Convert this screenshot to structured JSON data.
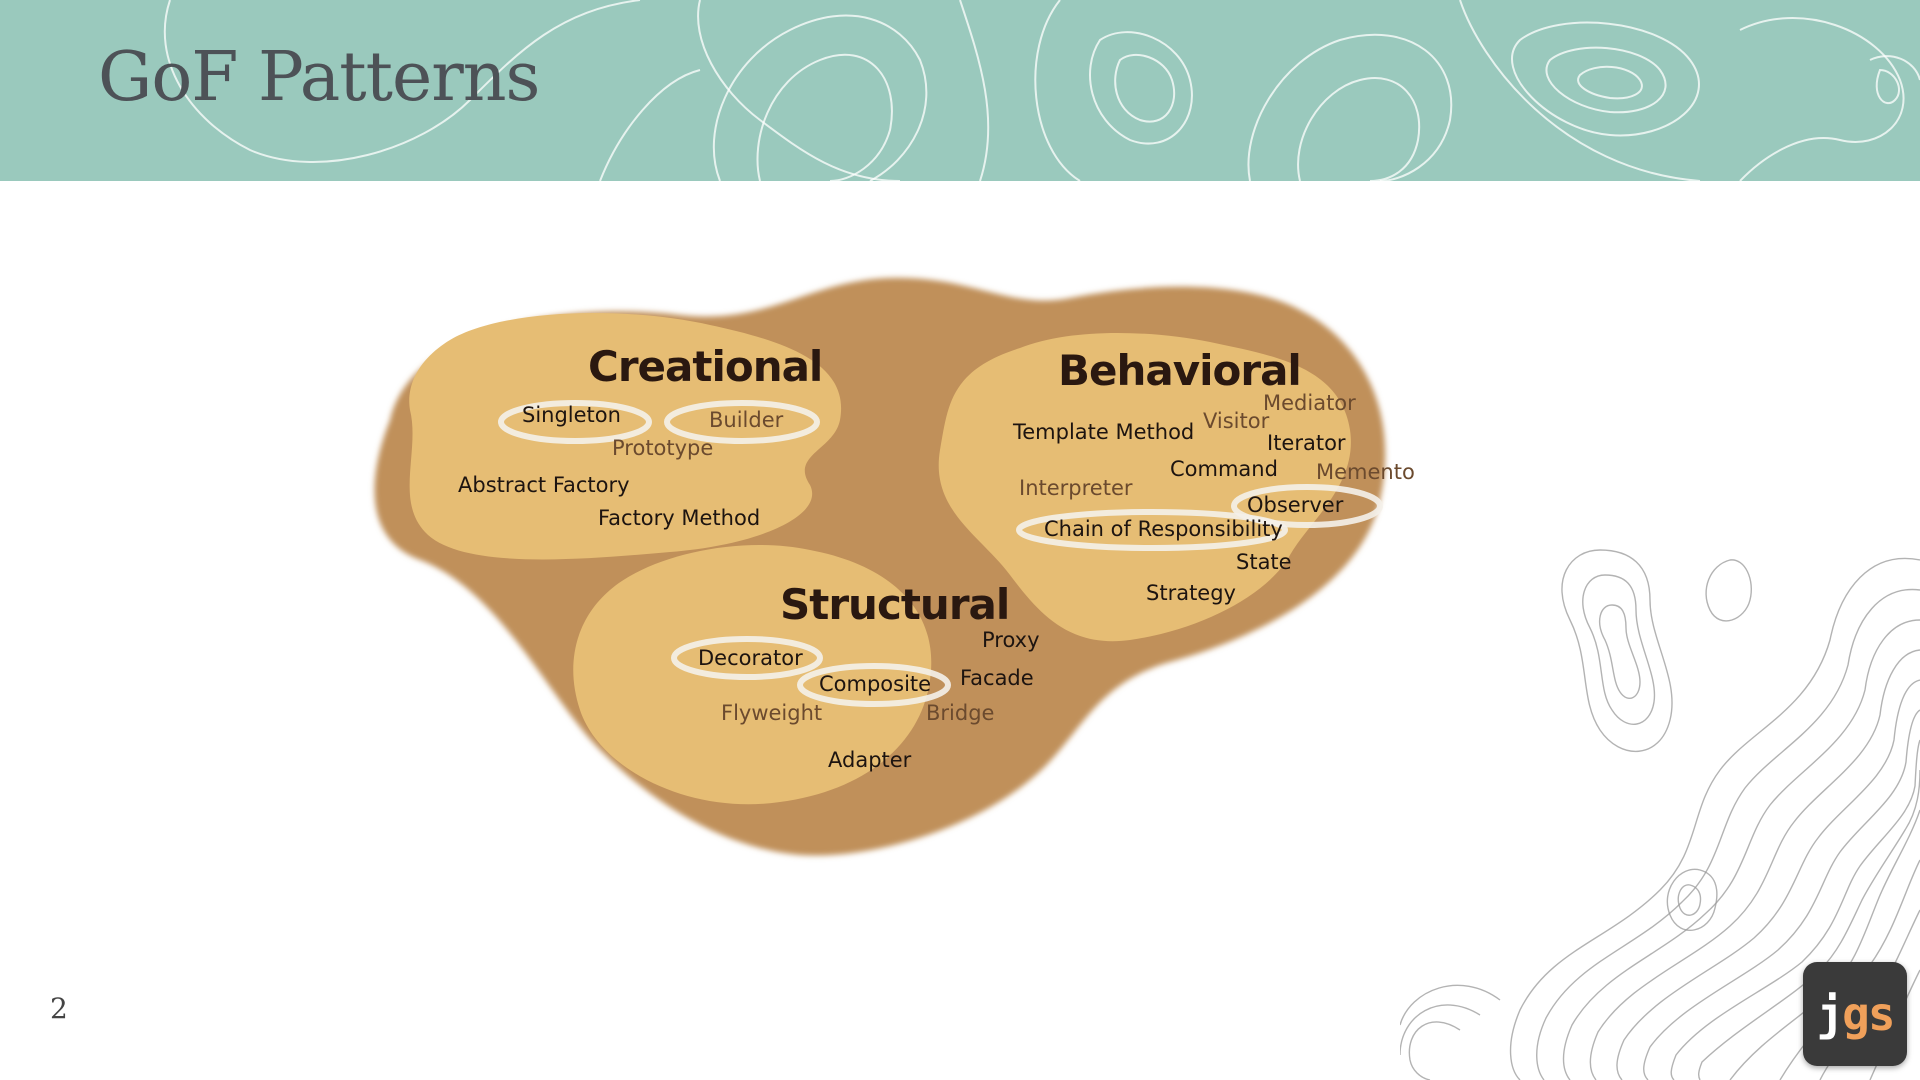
{
  "slide": {
    "title": "GoF Patterns",
    "page_number": "2"
  },
  "logo": {
    "letter_j": "j",
    "letters_gs": "gs"
  },
  "diagram": {
    "groups": [
      {
        "title": "Creational",
        "patterns": [
          {
            "label": "Singleton",
            "circled": true
          },
          {
            "label": "Builder",
            "circled": true
          },
          {
            "label": "Prototype",
            "circled": false
          },
          {
            "label": "Abstract Factory",
            "circled": false
          },
          {
            "label": "Factory Method",
            "circled": false
          }
        ]
      },
      {
        "title": "Behavioral",
        "patterns": [
          {
            "label": "Mediator",
            "circled": false
          },
          {
            "label": "Template Method",
            "circled": false
          },
          {
            "label": "Visitor",
            "circled": false
          },
          {
            "label": "Iterator",
            "circled": false
          },
          {
            "label": "Command",
            "circled": false
          },
          {
            "label": "Memento",
            "circled": false
          },
          {
            "label": "Interpreter",
            "circled": false
          },
          {
            "label": "Observer",
            "circled": true
          },
          {
            "label": "Chain of Responsibility",
            "circled": true
          },
          {
            "label": "State",
            "circled": false
          },
          {
            "label": "Strategy",
            "circled": false
          }
        ]
      },
      {
        "title": "Structural",
        "patterns": [
          {
            "label": "Proxy",
            "circled": false
          },
          {
            "label": "Decorator",
            "circled": true
          },
          {
            "label": "Composite",
            "circled": true
          },
          {
            "label": "Facade",
            "circled": false
          },
          {
            "label": "Flyweight",
            "circled": false
          },
          {
            "label": "Bridge",
            "circled": false
          },
          {
            "label": "Adapter",
            "circled": false
          }
        ]
      }
    ]
  },
  "colors": {
    "banner": "#9ac9bd",
    "blob_outer": "#c0905a",
    "blob_inner": "#e6bd74",
    "title_text": "#4d5257",
    "logo_bg": "#3a3a3a",
    "logo_accent": "#f0a05a"
  }
}
